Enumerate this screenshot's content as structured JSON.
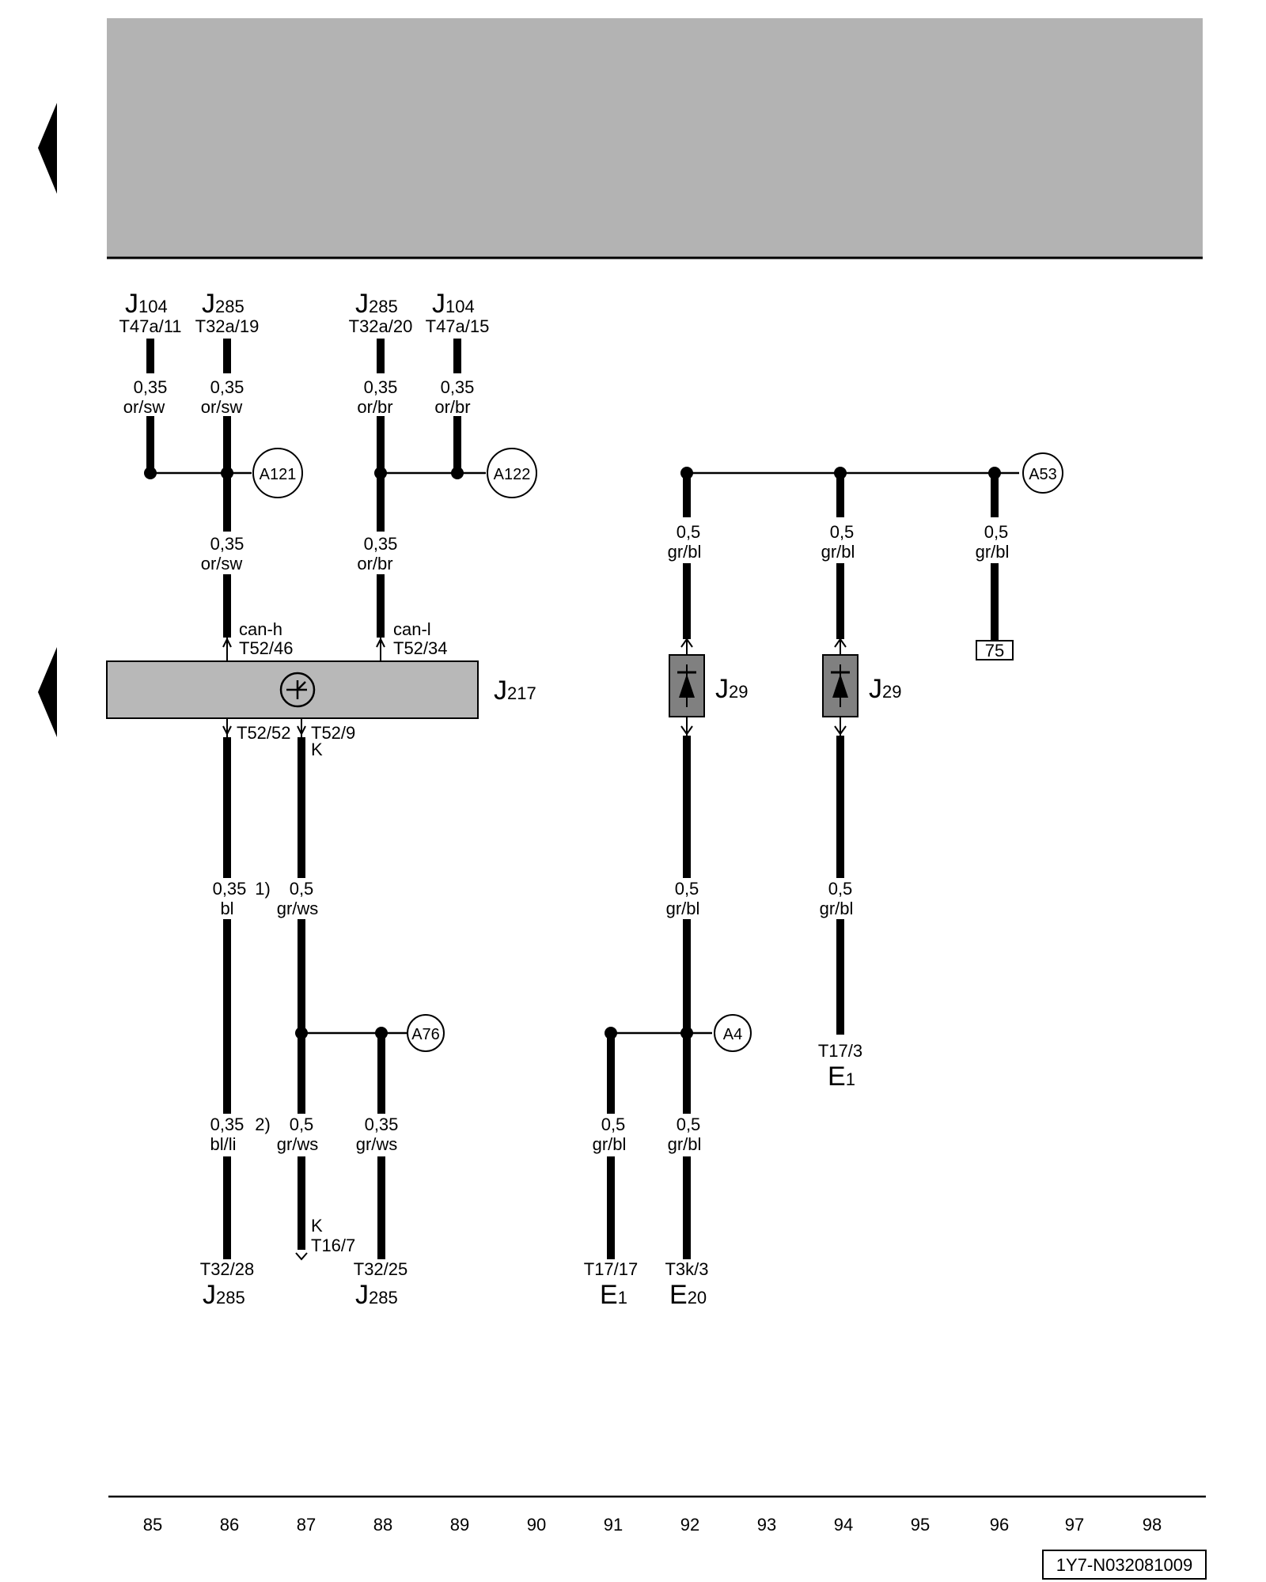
{
  "colors": {
    "header_band": "#b3b3b3",
    "control_unit_fill": "#b8b8b8",
    "relay_fill": "#808080",
    "wire": "#000000"
  },
  "nav": {
    "prev_top": "left-arrow-icon",
    "prev_mid": "left-arrow-icon"
  },
  "components": {
    "j104_a": {
      "main": "J",
      "sub": "104",
      "pin": "T47a/11"
    },
    "j285_a": {
      "main": "J",
      "sub": "285",
      "pin": "T32a/19"
    },
    "j285_b": {
      "main": "J",
      "sub": "285",
      "pin": "T32a/20"
    },
    "j104_b": {
      "main": "J",
      "sub": "104",
      "pin": "T47a/15"
    },
    "j217": {
      "main": "J",
      "sub": "217"
    },
    "j29_a": {
      "main": "J",
      "sub": "29"
    },
    "j29_b": {
      "main": "J",
      "sub": "29"
    },
    "j285_c": {
      "main": "J",
      "sub": "285",
      "pin": "T32/28"
    },
    "j285_d": {
      "main": "J",
      "sub": "285",
      "pin": "T32/25"
    },
    "e1_a": {
      "main": "E",
      "sub": "1",
      "pin": "T17/17"
    },
    "e20": {
      "main": "E",
      "sub": "20",
      "pin": "T3k/3"
    },
    "e1_b": {
      "main": "E",
      "sub": "1",
      "pin": "T17/3"
    },
    "k_t16": {
      "k": "K",
      "pin": "T16/7"
    },
    "term75": {
      "label": "75"
    }
  },
  "pins": {
    "can_h": {
      "name": "can-h",
      "pin": "T52/46"
    },
    "can_l": {
      "name": "can-l",
      "pin": "T52/34"
    },
    "t52_52": "T52/52",
    "t52_9": "T52/9",
    "k": "K"
  },
  "wires": {
    "w1": {
      "size": "0,35",
      "color": "or/sw"
    },
    "w2": {
      "size": "0,35",
      "color": "or/sw"
    },
    "w3": {
      "size": "0,35",
      "color": "or/br"
    },
    "w4": {
      "size": "0,35",
      "color": "or/br"
    },
    "w5": {
      "size": "0,35",
      "color": "or/sw"
    },
    "w6": {
      "size": "0,35",
      "color": "or/br"
    },
    "w7": {
      "size": "0,5",
      "color": "gr/bl"
    },
    "w8": {
      "size": "0,5",
      "color": "gr/bl"
    },
    "w9": {
      "size": "0,5",
      "color": "gr/bl"
    },
    "w10": {
      "size": "0,35",
      "color": "bl",
      "note": "1)"
    },
    "w11": {
      "size": "0,5",
      "color": "gr/ws"
    },
    "w12": {
      "size": "0,5",
      "color": "gr/bl"
    },
    "w13": {
      "size": "0,5",
      "color": "gr/bl"
    },
    "w14": {
      "size": "0,35",
      "color": "bl/li",
      "note": "2)"
    },
    "w15": {
      "size": "0,5",
      "color": "gr/ws"
    },
    "w16": {
      "size": "0,35",
      "color": "gr/ws"
    },
    "w17": {
      "size": "0,5",
      "color": "gr/bl"
    },
    "w18": {
      "size": "0,5",
      "color": "gr/bl"
    }
  },
  "connectors": {
    "a121": "A121",
    "a122": "A122",
    "a53": "A53",
    "a76": "A76",
    "a4": "A4"
  },
  "ruler": [
    "85",
    "86",
    "87",
    "88",
    "89",
    "90",
    "91",
    "92",
    "93",
    "94",
    "95",
    "96",
    "97",
    "98"
  ],
  "doc_id": "1Y7-N032081009"
}
